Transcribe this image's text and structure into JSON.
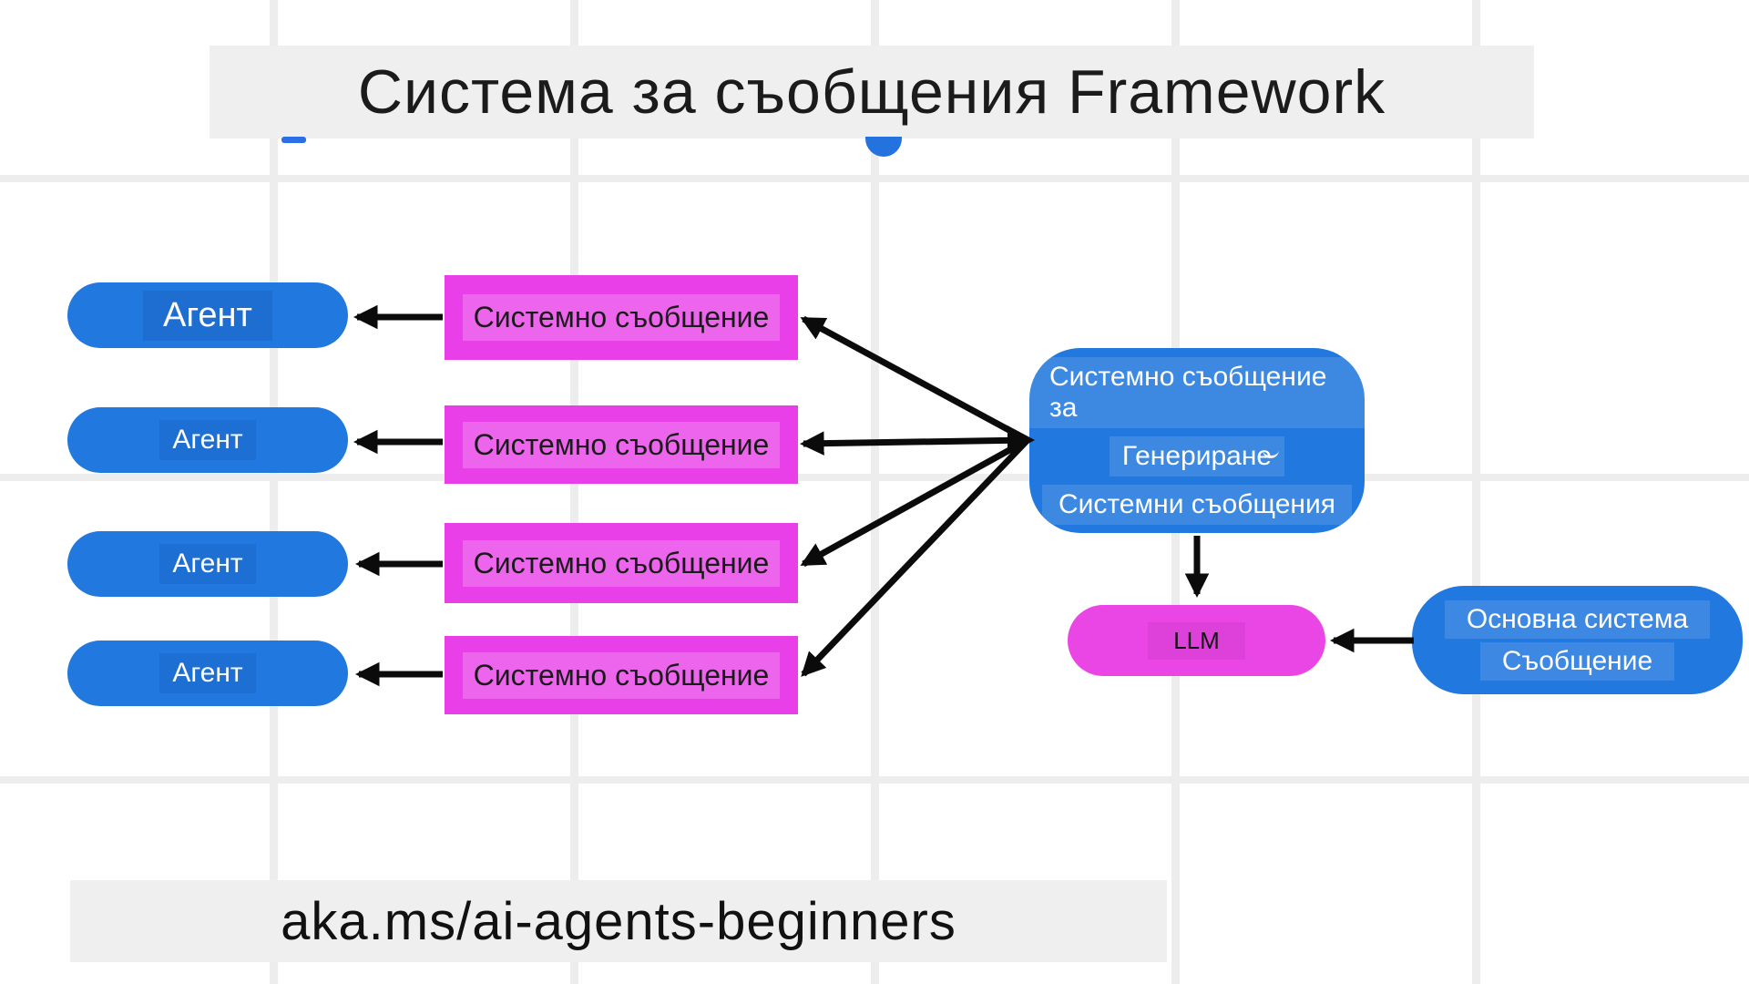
{
  "title": {
    "text": "Система за съобщения Framework"
  },
  "agents": [
    {
      "label": "Агент"
    },
    {
      "label": "Агент"
    },
    {
      "label": "Агент"
    },
    {
      "label": "Агент"
    }
  ],
  "system_messages": [
    {
      "label": "Системно съобщение"
    },
    {
      "label": "Системно съобщение"
    },
    {
      "label": "Системно съобщение"
    },
    {
      "label": "Системно съобщение"
    }
  ],
  "generator_box": {
    "line1": "Системно съобщение за",
    "line2": "Генериране",
    "line3": "Системни съобщения"
  },
  "llm_box": {
    "label": "LLM"
  },
  "base_system_box": {
    "line1": "Основна система",
    "line2": "Съобщение"
  },
  "footer": {
    "link_text": "aka.ms/ai-agents-beginners"
  },
  "colors": {
    "node_blue": "#2178de",
    "node_magenta": "#e83fe8",
    "llm_magenta": "#ea46e6",
    "panel_gray": "#efefef",
    "grid_gray": "#ededed",
    "arrow_black": "#0b0b0b",
    "text_dark": "#161616",
    "text_white": "#ffffff"
  }
}
